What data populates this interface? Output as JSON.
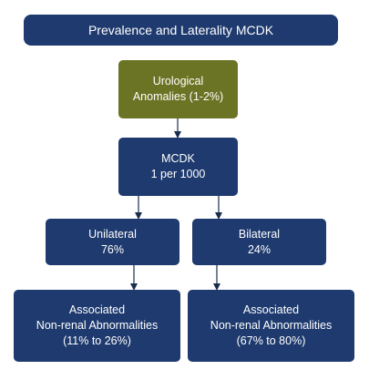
{
  "title": "Prevalence and Laterality MCDK",
  "nodes": {
    "urological": {
      "line1": "Urological",
      "line2": "Anomalies (1-2%)"
    },
    "mcdk": {
      "line1": "MCDK",
      "line2": "1 per 1000"
    },
    "unilateral": {
      "line1": "Unilateral",
      "line2": "76%"
    },
    "bilateral": {
      "line1": "Bilateral",
      "line2": "24%"
    },
    "assoc_unilateral": {
      "line1": "Associated",
      "line2": "Non-renal Abnormalities",
      "line3": "(11% to 26%)"
    },
    "assoc_bilateral": {
      "line1": "Associated",
      "line2": "Non-renal Abnormalities",
      "line3": "(67% to 80%)"
    }
  },
  "colors": {
    "navy": "#1e3a6e",
    "olive": "#6b7424",
    "arrow": "#1b2d4f"
  }
}
